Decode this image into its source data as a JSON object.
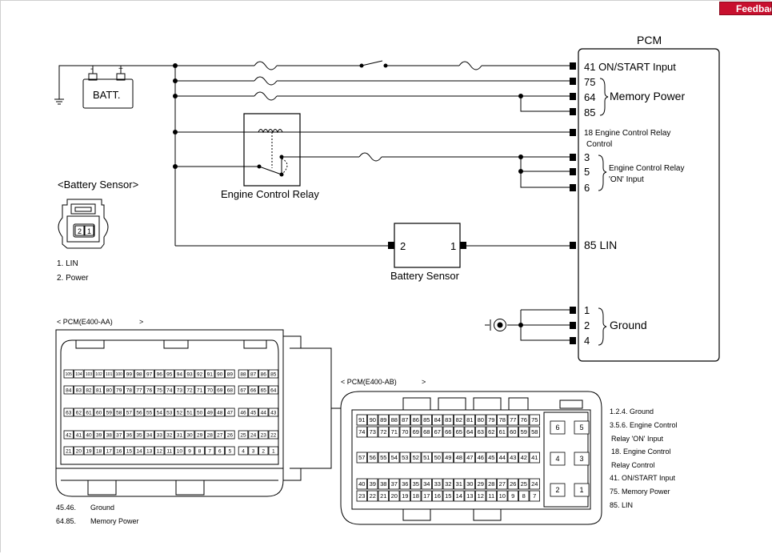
{
  "feedback_label": "Feedbac",
  "pcm": {
    "title": "PCM",
    "pins": {
      "p41": "41 ON/START Input",
      "p75": "75",
      "p64": "64",
      "p85": "85",
      "memory_power": "Memory Power",
      "p18": "18   Engine Control Relay",
      "p18b": "Control",
      "p3": "3",
      "p5": "5",
      "p6": "6",
      "ecr_on1": "Engine Control Relay",
      "ecr_on2": "'ON' Input",
      "lin": "85 LIN",
      "g1": "1",
      "g2": "2",
      "g4": "4",
      "ground": "Ground"
    }
  },
  "batt_label": "BATT.",
  "batt_minus": "-",
  "batt_plus": "+",
  "relay_label": "Engine Control Relay",
  "battery_sensor": {
    "label": "Battery Sensor",
    "pin2": "2",
    "pin1": "1",
    "title": "<Battery Sensor>",
    "conn_pin2": "2",
    "conn_pin1": "1",
    "legend": [
      "1.   LIN",
      "2.   Power"
    ]
  },
  "aa": {
    "title": "< PCM(E400-AA)",
    "title_end": ">",
    "rows": [
      [
        "105",
        "104",
        "103",
        "102",
        "101",
        "100",
        "99",
        "98",
        "97",
        "96",
        "95",
        "94",
        "93",
        "92",
        "91",
        "90",
        "89",
        "88",
        "87",
        "86",
        "85"
      ],
      [
        "84",
        "83",
        "82",
        "81",
        "80",
        "79",
        "78",
        "77",
        "76",
        "75",
        "74",
        "73",
        "72",
        "71",
        "70",
        "69",
        "68",
        "67",
        "66",
        "65",
        "64"
      ],
      [
        "63",
        "62",
        "61",
        "60",
        "59",
        "58",
        "57",
        "56",
        "55",
        "54",
        "53",
        "52",
        "51",
        "50",
        "49",
        "48",
        "47",
        "46",
        "45",
        "44",
        "43"
      ],
      [
        "42",
        "41",
        "40",
        "39",
        "38",
        "37",
        "36",
        "35",
        "34",
        "33",
        "32",
        "31",
        "30",
        "29",
        "28",
        "27",
        "26",
        "25",
        "24",
        "23",
        "22"
      ],
      [
        "21",
        "20",
        "19",
        "18",
        "17",
        "16",
        "15",
        "14",
        "13",
        "12",
        "11",
        "10",
        "9",
        "8",
        "7",
        "6",
        "5",
        "4",
        "3",
        "2",
        "1"
      ]
    ],
    "legend": [
      {
        "pins": "45.46.",
        "desc": "Ground"
      },
      {
        "pins": "64.85.",
        "desc": "Memory Power"
      }
    ]
  },
  "ab": {
    "title": "< PCM(E400-AB)",
    "title_end": ">",
    "rows": [
      [
        "91",
        "90",
        "89",
        "88",
        "87",
        "86",
        "85",
        "84",
        "83",
        "82",
        "81",
        "80",
        "79",
        "78",
        "77",
        "76",
        "75"
      ],
      [
        "74",
        "73",
        "72",
        "71",
        "70",
        "69",
        "68",
        "67",
        "66",
        "65",
        "64",
        "63",
        "62",
        "61",
        "60",
        "59",
        "58"
      ],
      [
        "57",
        "56",
        "55",
        "54",
        "53",
        "52",
        "51",
        "50",
        "49",
        "48",
        "47",
        "46",
        "45",
        "44",
        "43",
        "42",
        "41"
      ],
      [
        "40",
        "39",
        "38",
        "37",
        "36",
        "35",
        "34",
        "33",
        "32",
        "31",
        "30",
        "29",
        "28",
        "27",
        "26",
        "25",
        "24"
      ],
      [
        "23",
        "22",
        "21",
        "20",
        "19",
        "18",
        "17",
        "16",
        "15",
        "14",
        "13",
        "12",
        "11",
        "10",
        "9",
        "8",
        "7"
      ]
    ],
    "big_pins": [
      "6",
      "5",
      "4",
      "3",
      "2",
      "1"
    ],
    "legend": [
      "1.2.4. Ground",
      "3.5.6.    Engine Control",
      "Relay 'ON' Input",
      "18. Engine Control",
      "Relay Control",
      "41. ON/START Input",
      "75. Memory Power",
      "85. LIN"
    ]
  }
}
